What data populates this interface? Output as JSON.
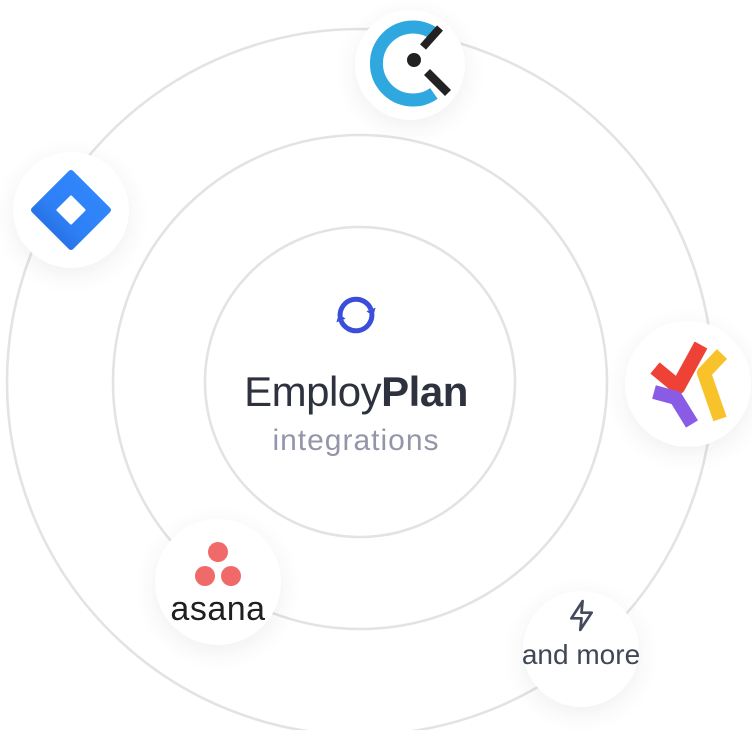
{
  "center": {
    "icon": "sync-refresh-icon",
    "title_regular": "Employ",
    "title_bold": "Plan",
    "subtitle": "integrations",
    "accent_color": "#3b4edb",
    "title_color": "#2d323e",
    "subtitle_color": "#9396a8"
  },
  "rings": {
    "count": 3,
    "stroke_color": "#e3e3e6"
  },
  "logos": {
    "clockify": {
      "icon": "clockify-logo-icon",
      "blue": "#2fa8e0",
      "hands_color": "#222222"
    },
    "jira": {
      "icon": "jira-logo-icon",
      "blue": "#2e7ff5",
      "blue_dark": "#1f63d6"
    },
    "pinwheel": {
      "icon": "checkmark-pinwheel-logo-icon",
      "red": "#ee4237",
      "yellow": "#f7c22a",
      "purple": "#8a5ce6"
    },
    "asana": {
      "icon": "asana-dots-icon",
      "label": "asana",
      "dot_color": "#f06a6a",
      "text_color": "#1e1f21"
    },
    "more": {
      "icon": "lightning-bolt-icon",
      "label": "and more",
      "color": "#3f4655"
    }
  }
}
